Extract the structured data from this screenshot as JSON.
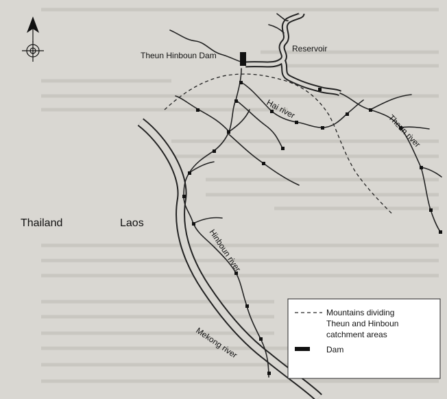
{
  "labels": {
    "dam": "Theun Hinboun Dam",
    "reservoir": "Reservoir",
    "hai_river": "Hai river",
    "theun_river": "Theun river",
    "hinboun_river": "Hinboun river",
    "mekong_river": "Mekong river",
    "thailand": "Thailand",
    "laos": "Laos"
  },
  "legend": {
    "mountains_line1": "Mountains dividing",
    "mountains_line2": "Theun and Hinboun",
    "mountains_line3": "catchment areas",
    "dam": "Dam"
  },
  "icons": {
    "north_arrow": "north-arrow-icon",
    "compass": "compass-icon"
  },
  "colors": {
    "background": "#d9d7d2",
    "ink": "#111111",
    "legend_bg": "#ffffff"
  }
}
